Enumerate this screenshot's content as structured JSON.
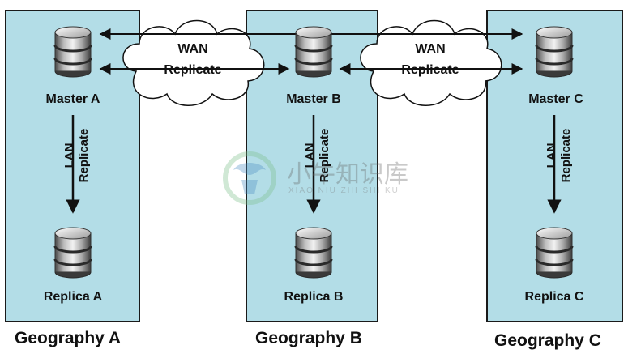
{
  "geographies": [
    {
      "id": "A",
      "label": "Geography A",
      "master": "Master A",
      "replica": "Replica A",
      "lan": "LAN",
      "lan_action": "Replicate"
    },
    {
      "id": "B",
      "label": "Geography B",
      "master": "Master B",
      "replica": "Replica B",
      "lan": "LAN",
      "lan_action": "Replicate"
    },
    {
      "id": "C",
      "label": "Geography C",
      "master": "Master C",
      "replica": "Replica C",
      "lan": "LAN",
      "lan_action": "Replicate"
    }
  ],
  "wan_links": [
    {
      "title": "WAN",
      "action": "Replicate"
    },
    {
      "title": "WAN",
      "action": "Replicate"
    }
  ],
  "watermark": {
    "chinese": "小牛知识库",
    "pinyin": "XIAO NIU ZHI SHI KU"
  },
  "colors": {
    "box_fill": "#b3dde7",
    "box_border": "#1a1a1a",
    "arrow": "#111111",
    "cloud_fill": "#ffffff"
  }
}
